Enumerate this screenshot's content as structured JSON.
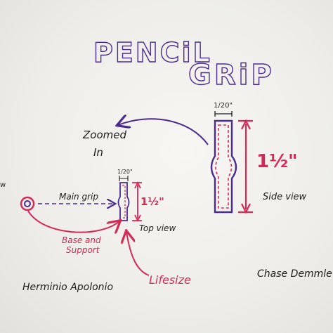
{
  "title": {
    "line1": "PENCiL",
    "line2": "GRiP"
  },
  "labels": {
    "zoomed_line1": "Zoomed",
    "zoomed_line2": "In",
    "side_view": "Side view",
    "top_view": "Top view",
    "main_grip": "Main grip",
    "base_line1": "Base and",
    "base_line2": "Support",
    "lifesize": "Lifesize",
    "author_left": "Herminio Apolonio",
    "author_right": "Chase Demmle",
    "edge_mark": "w"
  },
  "dimensions": {
    "zoomed_width": "1/20\"",
    "zoomed_height": "1½\"",
    "small_width": "1/20\"",
    "small_height": "1½\""
  },
  "colors": {
    "purple_ink": "#4b2c8c",
    "red_ink": "#d42a55",
    "board": "#f2f1ee"
  }
}
